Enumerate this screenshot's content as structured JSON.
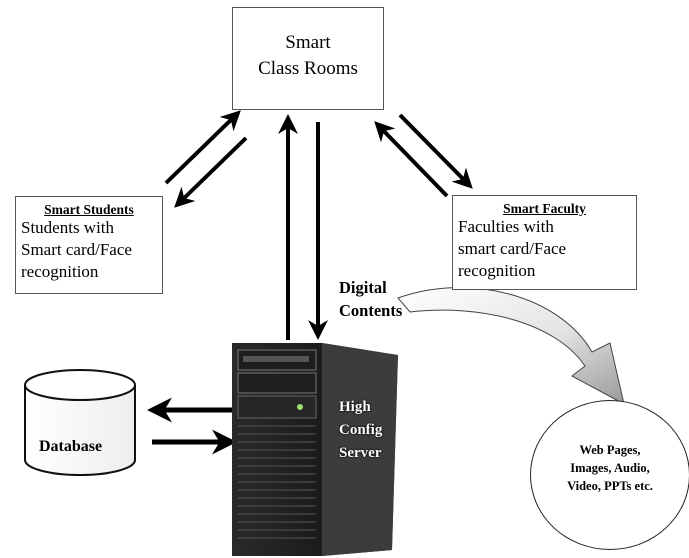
{
  "smart_class_rooms": {
    "line1": "Smart",
    "line2": "Class Rooms"
  },
  "smart_students": {
    "title": "Smart Students",
    "lines": [
      "Students with",
      "Smart card/Face",
      "recognition"
    ]
  },
  "smart_faculty": {
    "title": "Smart Faculty",
    "lines": [
      "Faculties with",
      "smart card/Face",
      "recognition"
    ]
  },
  "digital_contents": {
    "line1": "Digital",
    "line2": "Contents"
  },
  "database": {
    "label": "Database"
  },
  "server": {
    "line1": "High",
    "line2": "Config",
    "line3": "Server"
  },
  "web_content": {
    "lines": [
      "Web Pages,",
      "Images, Audio,",
      "Video, PPTs etc."
    ]
  }
}
